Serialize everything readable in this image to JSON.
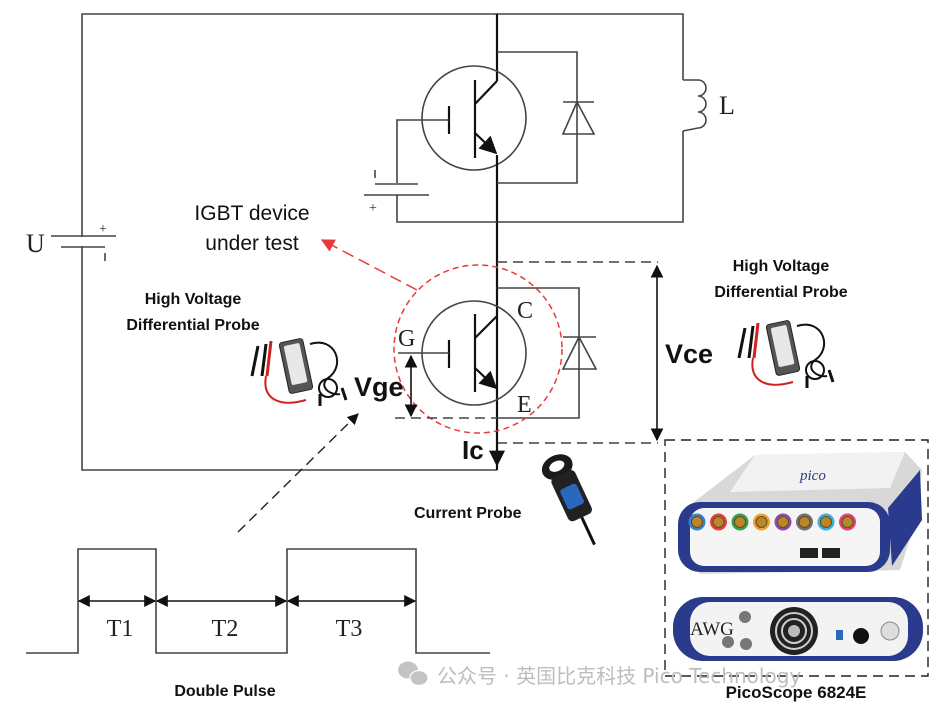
{
  "title": "IGBT double pulse test setup",
  "labels": {
    "supply": "U",
    "supply_plus": "+",
    "supply_minus": "-",
    "gate_supply_plus": "+",
    "gate_supply_minus": "-",
    "inductor": "L",
    "dut_line1": "IGBT device",
    "dut_line2": "under test",
    "gate": "G",
    "collector": "C",
    "emitter": "E",
    "vge": "Vge",
    "vce": "Vce",
    "ic": "Ic",
    "hv_probe_left_line1": "High Voltage",
    "hv_probe_left_line2": "Differential Probe",
    "hv_probe_right_line1": "High Voltage",
    "hv_probe_right_line2": "Differential Probe",
    "current_probe": "Current Probe",
    "scope_awg": "AWG",
    "scope_brand": "pico",
    "scope_name": "PicoScope 6824E",
    "pulse_title": "Double Pulse",
    "t1": "T1",
    "t2": "T2",
    "t3": "T3"
  },
  "watermark": {
    "icon": "wechat-icon",
    "text": "公众号 · 英国比克科技 Pico Technology"
  },
  "colors": {
    "highlight": "#e83a3a",
    "scope_blue": "#2a3a8c",
    "channel_colors": [
      "#3a7fd0",
      "#e04040",
      "#3aa050",
      "#f0a030",
      "#8a4ab0",
      "#707070",
      "#3ab0e0",
      "#e04080"
    ]
  }
}
